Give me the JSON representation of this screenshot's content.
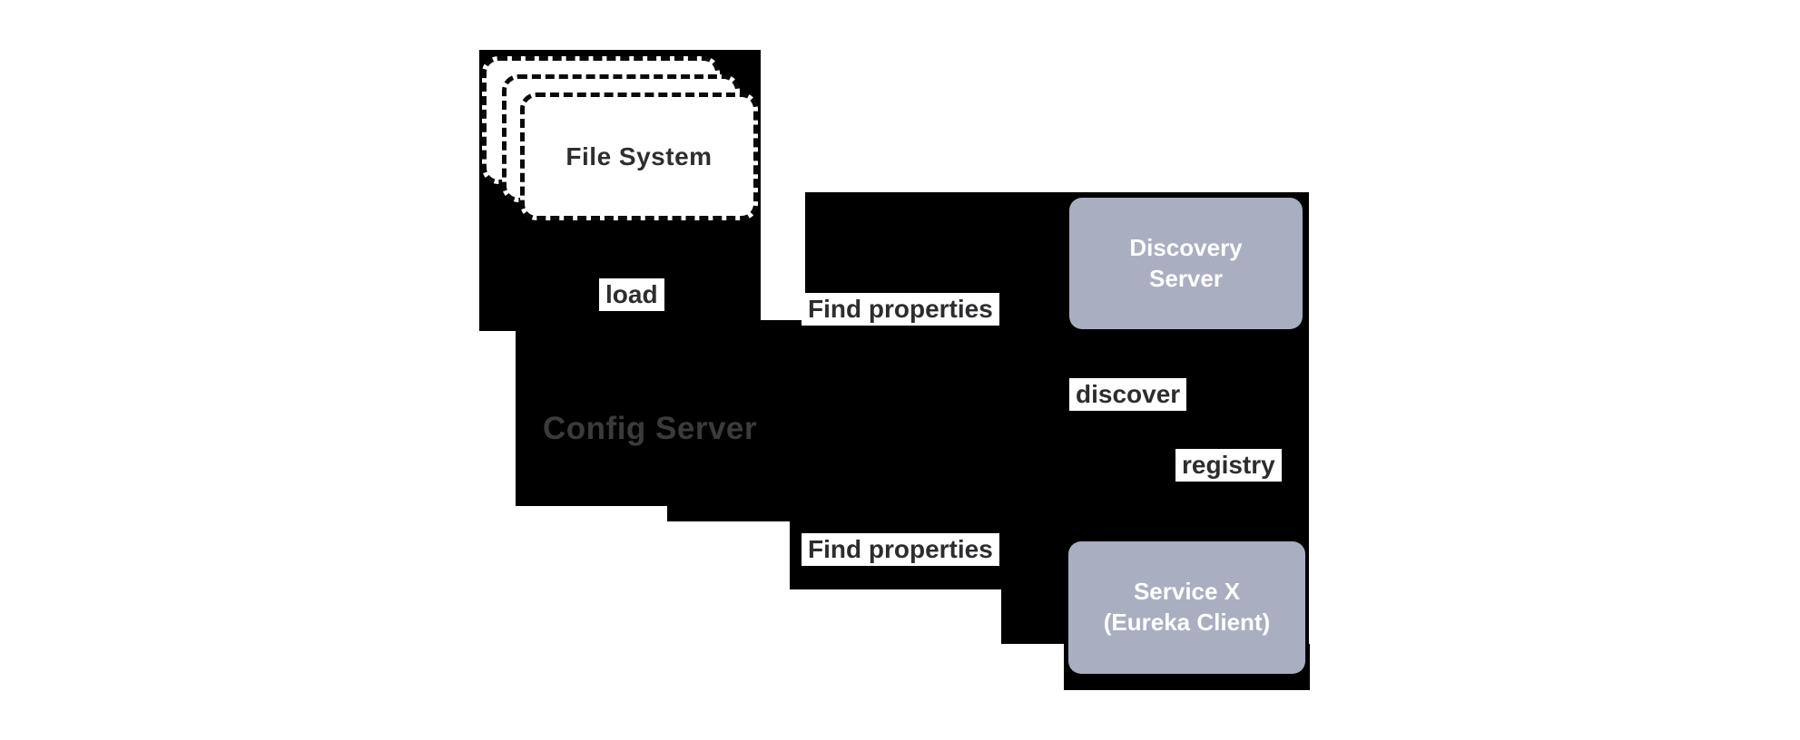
{
  "diagram": {
    "nodes": {
      "file_system": {
        "label": "File System"
      },
      "config_server": {
        "label": "Config Server"
      },
      "discovery_server": {
        "lines": [
          "Discovery",
          "Server"
        ]
      },
      "service_x": {
        "lines": [
          "Service X",
          "(Eureka Client)"
        ]
      }
    },
    "labels": {
      "load": "load",
      "find_properties_top": "Find properties",
      "find_properties_bottom": "Find properties",
      "discover": "discover",
      "registry": "registry"
    },
    "colors": {
      "backdrop": "#000000",
      "node_fill": "#a9aec1",
      "node_text": "#ffffff",
      "chip_bg": "#ffffff",
      "chip_text": "#2d2d30",
      "config_text": "#3b3b3d",
      "dashed_border": "#0a0a0a"
    }
  }
}
